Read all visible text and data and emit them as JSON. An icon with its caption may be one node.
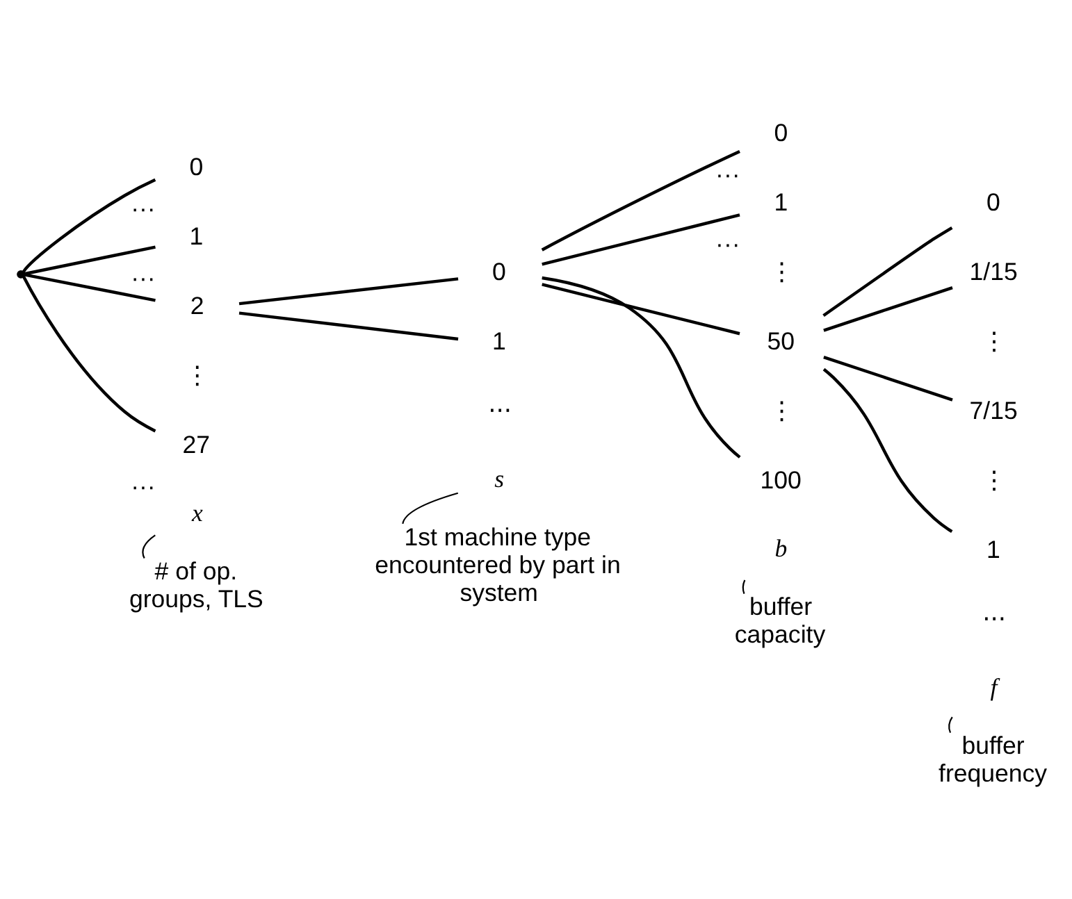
{
  "diagram": {
    "nodes": [
      {
        "text": [],
        "shape": "point"
      },
      {
        "text": [
          "0"
        ],
        "beside": [
          "···"
        ]
      },
      {
        "text": [
          "1"
        ],
        "beside": [
          "···"
        ]
      },
      {
        "text": [
          "2"
        ]
      },
      {
        "text": [
          "27"
        ],
        "beside": [
          "···"
        ]
      },
      {
        "text": [
          "0"
        ]
      },
      {
        "text": [
          "1"
        ]
      },
      {
        "text": [
          "0"
        ],
        "beside": [
          "···"
        ]
      },
      {
        "text": [
          "1"
        ],
        "beside": [
          "···"
        ]
      },
      {
        "text": [
          "50"
        ]
      },
      {
        "text": [
          "100"
        ]
      },
      {
        "text": [
          "0"
        ]
      },
      {
        "text": [
          "1/15"
        ]
      },
      {
        "text": [
          "7/15"
        ]
      },
      {
        "text": [
          "1"
        ]
      },
      {
        "text": [
          "x"
        ]
      },
      {
        "text": [
          "s"
        ]
      },
      {
        "text": [
          "b"
        ]
      },
      {
        "text": [
          "f"
        ]
      },
      {
        "text": [
          "# of op. groups, TLS"
        ]
      },
      {
        "text": [
          "1st machine type encountered by part in system"
        ]
      },
      {
        "text": [
          "buffer capacity"
        ]
      },
      {
        "text": [
          "buffer frequency"
        ]
      }
    ],
    "edges": [
      {
        "from": 0,
        "to": 1,
        "arrow": "none"
      },
      {
        "from": 0,
        "to": 2,
        "arrow": "none"
      },
      {
        "from": 0,
        "to": 3,
        "arrow": "none"
      },
      {
        "from": 0,
        "to": 4,
        "arrow": "none"
      },
      {
        "from": 3,
        "to": 5,
        "arrow": "none"
      },
      {
        "from": 3,
        "to": 6,
        "arrow": "none"
      },
      {
        "from": 5,
        "to": 7,
        "arrow": "none"
      },
      {
        "from": 5,
        "to": 8,
        "arrow": "none"
      },
      {
        "from": 5,
        "to": 9,
        "arrow": "none"
      },
      {
        "from": 5,
        "to": 10,
        "arrow": "none"
      },
      {
        "from": 9,
        "to": 11,
        "arrow": "none"
      },
      {
        "from": 9,
        "to": 12,
        "arrow": "none"
      },
      {
        "from": 9,
        "to": 13,
        "arrow": "none"
      },
      {
        "from": 9,
        "to": 14,
        "arrow": "none"
      },
      {
        "from": 15,
        "to": 19,
        "arrow": "none"
      },
      {
        "from": 16,
        "to": 20,
        "arrow": "none"
      },
      {
        "from": 17,
        "to": 21,
        "arrow": "none"
      },
      {
        "from": 18,
        "to": 22,
        "arrow": "none"
      }
    ],
    "labels": [
      "⋮",
      "···",
      "⋮",
      "⋮",
      "···",
      "⋮",
      "⋮"
    ]
  }
}
